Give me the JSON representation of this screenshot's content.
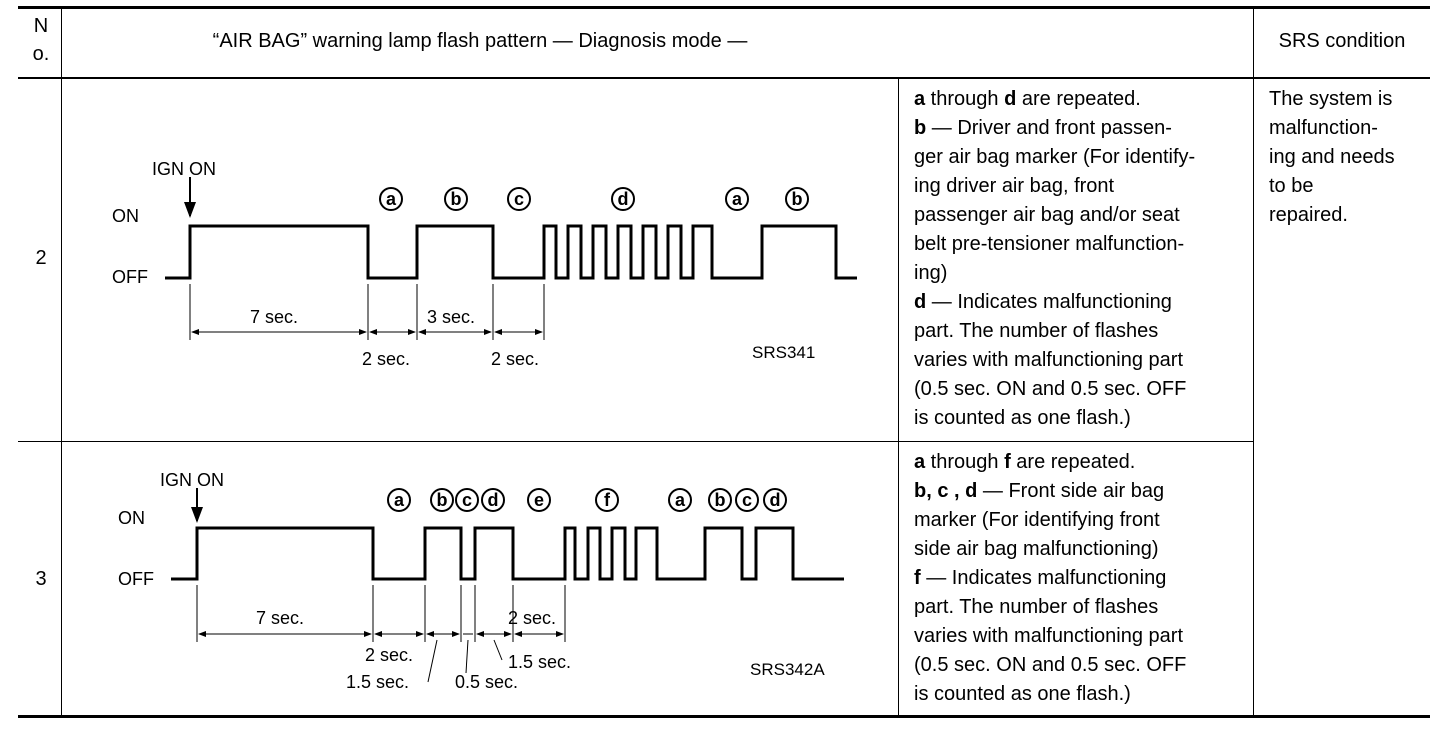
{
  "header": {
    "no_label": "N\no.",
    "pattern_label": "“AIR BAG” warning lamp flash pattern — Diagnosis mode —",
    "condition_label": "SRS condition"
  },
  "rows": [
    {
      "no": "2",
      "diagram": {
        "ign_on": "IGN ON",
        "on": "ON",
        "off": "OFF",
        "markers": [
          "a",
          "b",
          "c",
          "d",
          "a",
          "b"
        ],
        "t7": "7 sec.",
        "t3": "3 sec.",
        "t2a": "2 sec.",
        "t2b": "2 sec.",
        "code": "SRS341"
      },
      "desc_lines": [
        {
          "b": "a",
          "t": " through "
        },
        {
          "b": "d",
          "t": "  are repeated."
        },
        {
          "b": "b",
          "t": "  — Driver and front passen-"
        },
        {
          "t": "ger air bag marker (For identify-"
        },
        {
          "t": "ing driver air bag, front"
        },
        {
          "t": "passenger air bag and/or seat"
        },
        {
          "t": "belt pre-tensioner malfunction-"
        },
        {
          "t": "ing)"
        },
        {
          "b": "d",
          "t": "  — Indicates malfunctioning"
        },
        {
          "t": "part. The number of flashes"
        },
        {
          "t": "varies with malfunctioning part"
        },
        {
          "t": "(0.5 sec. ON and 0.5 sec. OFF"
        },
        {
          "t": "is counted as one flash.)"
        }
      ]
    },
    {
      "no": "3",
      "diagram": {
        "ign_on": "IGN ON",
        "on": "ON",
        "off": "OFF",
        "markers": [
          "a",
          "b",
          "c",
          "d",
          "e",
          "f",
          "a",
          "b",
          "c",
          "d"
        ],
        "t7": "7 sec.",
        "t2a": "2 sec.",
        "t2b": "2 sec.",
        "t15a": "1.5 sec.",
        "t15b": "1.5 sec.",
        "t05": "0.5 sec.",
        "code": "SRS342A"
      }
    }
  ],
  "condition_text": [
    "The system is",
    "malfunction-",
    "ing and needs",
    "to be",
    "repaired."
  ],
  "row2_text": {
    "l1_b1": "a",
    "l1_t1": " through ",
    "l1_b2": "d",
    "l1_t2": "  are repeated.",
    "l2_b": "b",
    "l2_t": "  — Driver and front passen-",
    "l3": "ger air bag marker (For identify-",
    "l4": "ing driver air bag, front",
    "l5": "passenger air bag and/or seat",
    "l6": "belt pre-tensioner malfunction-",
    "l7": "ing)",
    "l8_b": "d",
    "l8_t": "  — Indicates malfunctioning",
    "l9": "part. The number of flashes",
    "l10": "varies with malfunctioning part",
    "l11": "(0.5 sec. ON and 0.5 sec. OFF",
    "l12": "is counted as one flash.)"
  },
  "row3_text": {
    "l1_b1": "a",
    "l1_t1": " through ",
    "l1_b2": "f",
    "l1_t2": "  are repeated.",
    "l2_b": "b, c , d",
    "l2_t": "   — Front side air bag",
    "l3": "marker (For identifying front",
    "l4": "side air bag malfunctioning)",
    "l5_b": "f",
    "l5_t": " — Indicates malfunctioning",
    "l6": "part. The number of flashes",
    "l7": "varies with malfunctioning part",
    "l8": "(0.5 sec. ON and 0.5 sec. OFF",
    "l9": "is counted as one flash.)"
  }
}
